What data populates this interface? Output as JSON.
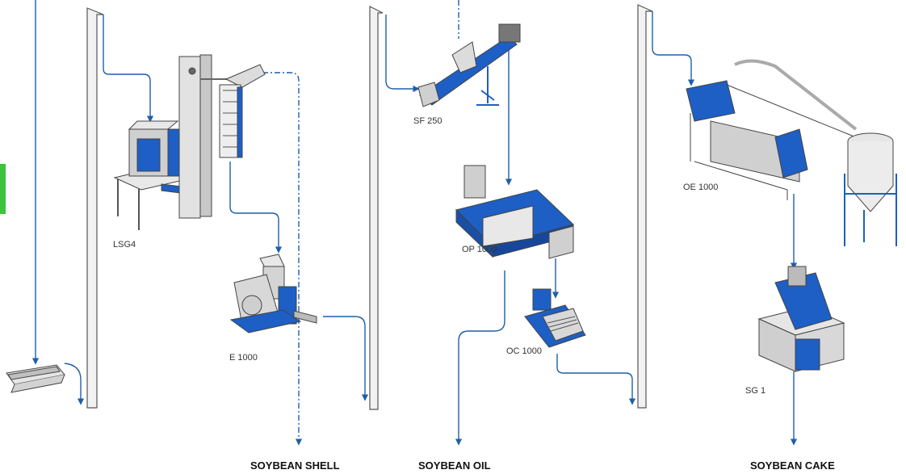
{
  "colors": {
    "flow": "#1f5fa8",
    "machine_blue": "#1d5fc4",
    "machine_grey": "#d9d9d9",
    "outline": "#4a4a4a",
    "accent_green": "#3cc43c"
  },
  "equipment": [
    {
      "id": "lsg4",
      "label": "LSG4",
      "icon": "dehuller-icon"
    },
    {
      "id": "e1000",
      "label": "E 1000",
      "icon": "extruder-icon"
    },
    {
      "id": "sf250",
      "label": "SF 250",
      "icon": "screw-conveyor-icon"
    },
    {
      "id": "op1000",
      "label": "OP 1000",
      "icon": "oil-press-icon"
    },
    {
      "id": "oc1000",
      "label": "OC 1000",
      "icon": "oil-cleaner-icon"
    },
    {
      "id": "oe1000",
      "label": "OE 1000",
      "icon": "cooler-dryer-icon"
    },
    {
      "id": "sg1",
      "label": "SG 1",
      "icon": "grinder-icon"
    }
  ],
  "outputs": {
    "shell": "SOYBEAN SHELL",
    "oil": "SOYBEAN OIL",
    "cake": "SOYBEAN CAKE"
  }
}
